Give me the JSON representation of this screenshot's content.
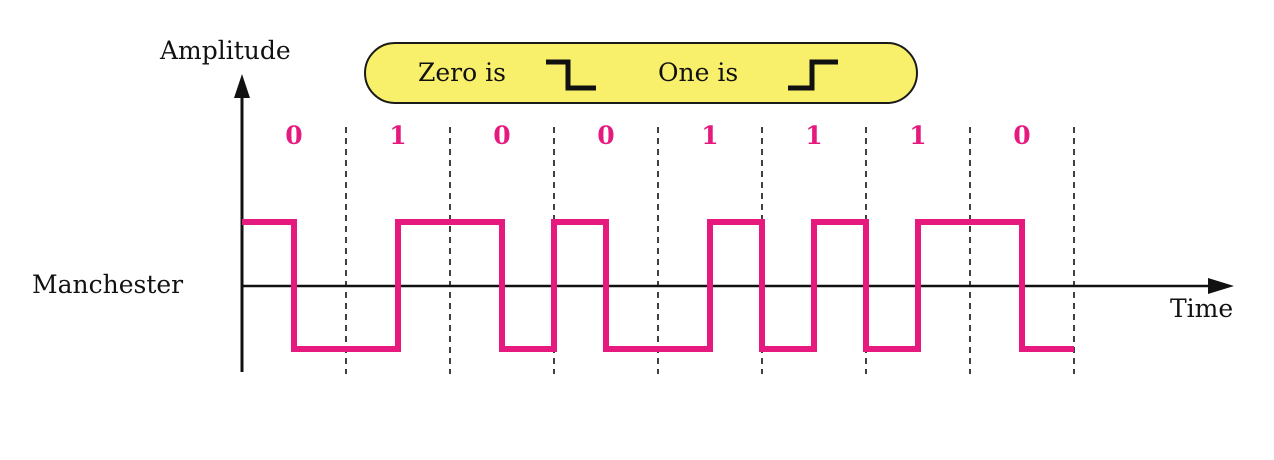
{
  "axes": {
    "y_label": "Amplitude",
    "x_label": "Time"
  },
  "signal_label": "Manchester",
  "legend": {
    "zero_text": "Zero is",
    "one_text": "One is"
  },
  "bits": [
    "0",
    "1",
    "0",
    "0",
    "1",
    "1",
    "1",
    "0"
  ],
  "colors": {
    "signal": "#e6197e",
    "bits": "#e6197e",
    "legend_fill": "#f8ef6a",
    "axes": "#111111"
  },
  "encoding": "zero = high-to-low transition, one = low-to-high transition"
}
